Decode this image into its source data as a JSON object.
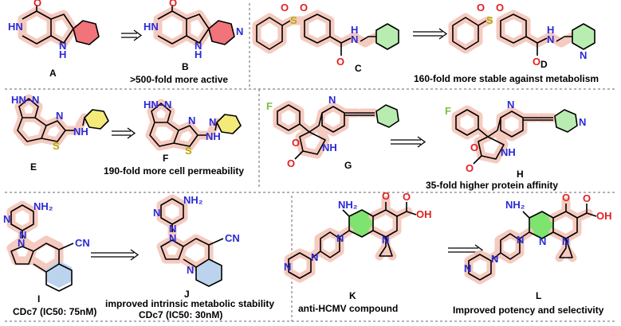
{
  "compounds": [
    {
      "id": "A",
      "caption": ""
    },
    {
      "id": "B",
      "caption": ">500-fold more active"
    },
    {
      "id": "C",
      "caption": ""
    },
    {
      "id": "D",
      "caption": "160-fold more stable against metabolism"
    },
    {
      "id": "E",
      "caption": ""
    },
    {
      "id": "F",
      "caption": "190-fold more cell permeability"
    },
    {
      "id": "G",
      "caption": ""
    },
    {
      "id": "H",
      "caption": "35-fold higher protein affinity"
    },
    {
      "id": "I",
      "caption": "CDc7 (IC50: 75nM)"
    },
    {
      "id": "J",
      "caption": "improved intrinsic metabolic stability",
      "caption2": "CDc7 (IC50: 30nM)"
    },
    {
      "id": "K",
      "caption": "anti-HCMV compound"
    },
    {
      "id": "L",
      "caption": "Improved potency and selectivity"
    }
  ],
  "atoms": {
    "o": "O",
    "n": "N",
    "nh": "NH",
    "hn": "HN",
    "s": "S",
    "f": "F",
    "h": "H",
    "nh2": "NH₂",
    "oh": "OH",
    "cn": "CN",
    "hnn": "HN–N"
  },
  "colors": {
    "glow": "#f4c4b8",
    "ring_red": "#f0747a",
    "ring_green": "#b9ecb0",
    "ring_yellow": "#f3ea7a",
    "ring_blue": "#bcd3ee",
    "ring_bright_green": "#7fe36f",
    "nitrogen": "#2a2ad8",
    "oxygen": "#e02020",
    "sulfur": "#b8a800",
    "fluorine": "#7ac143"
  }
}
